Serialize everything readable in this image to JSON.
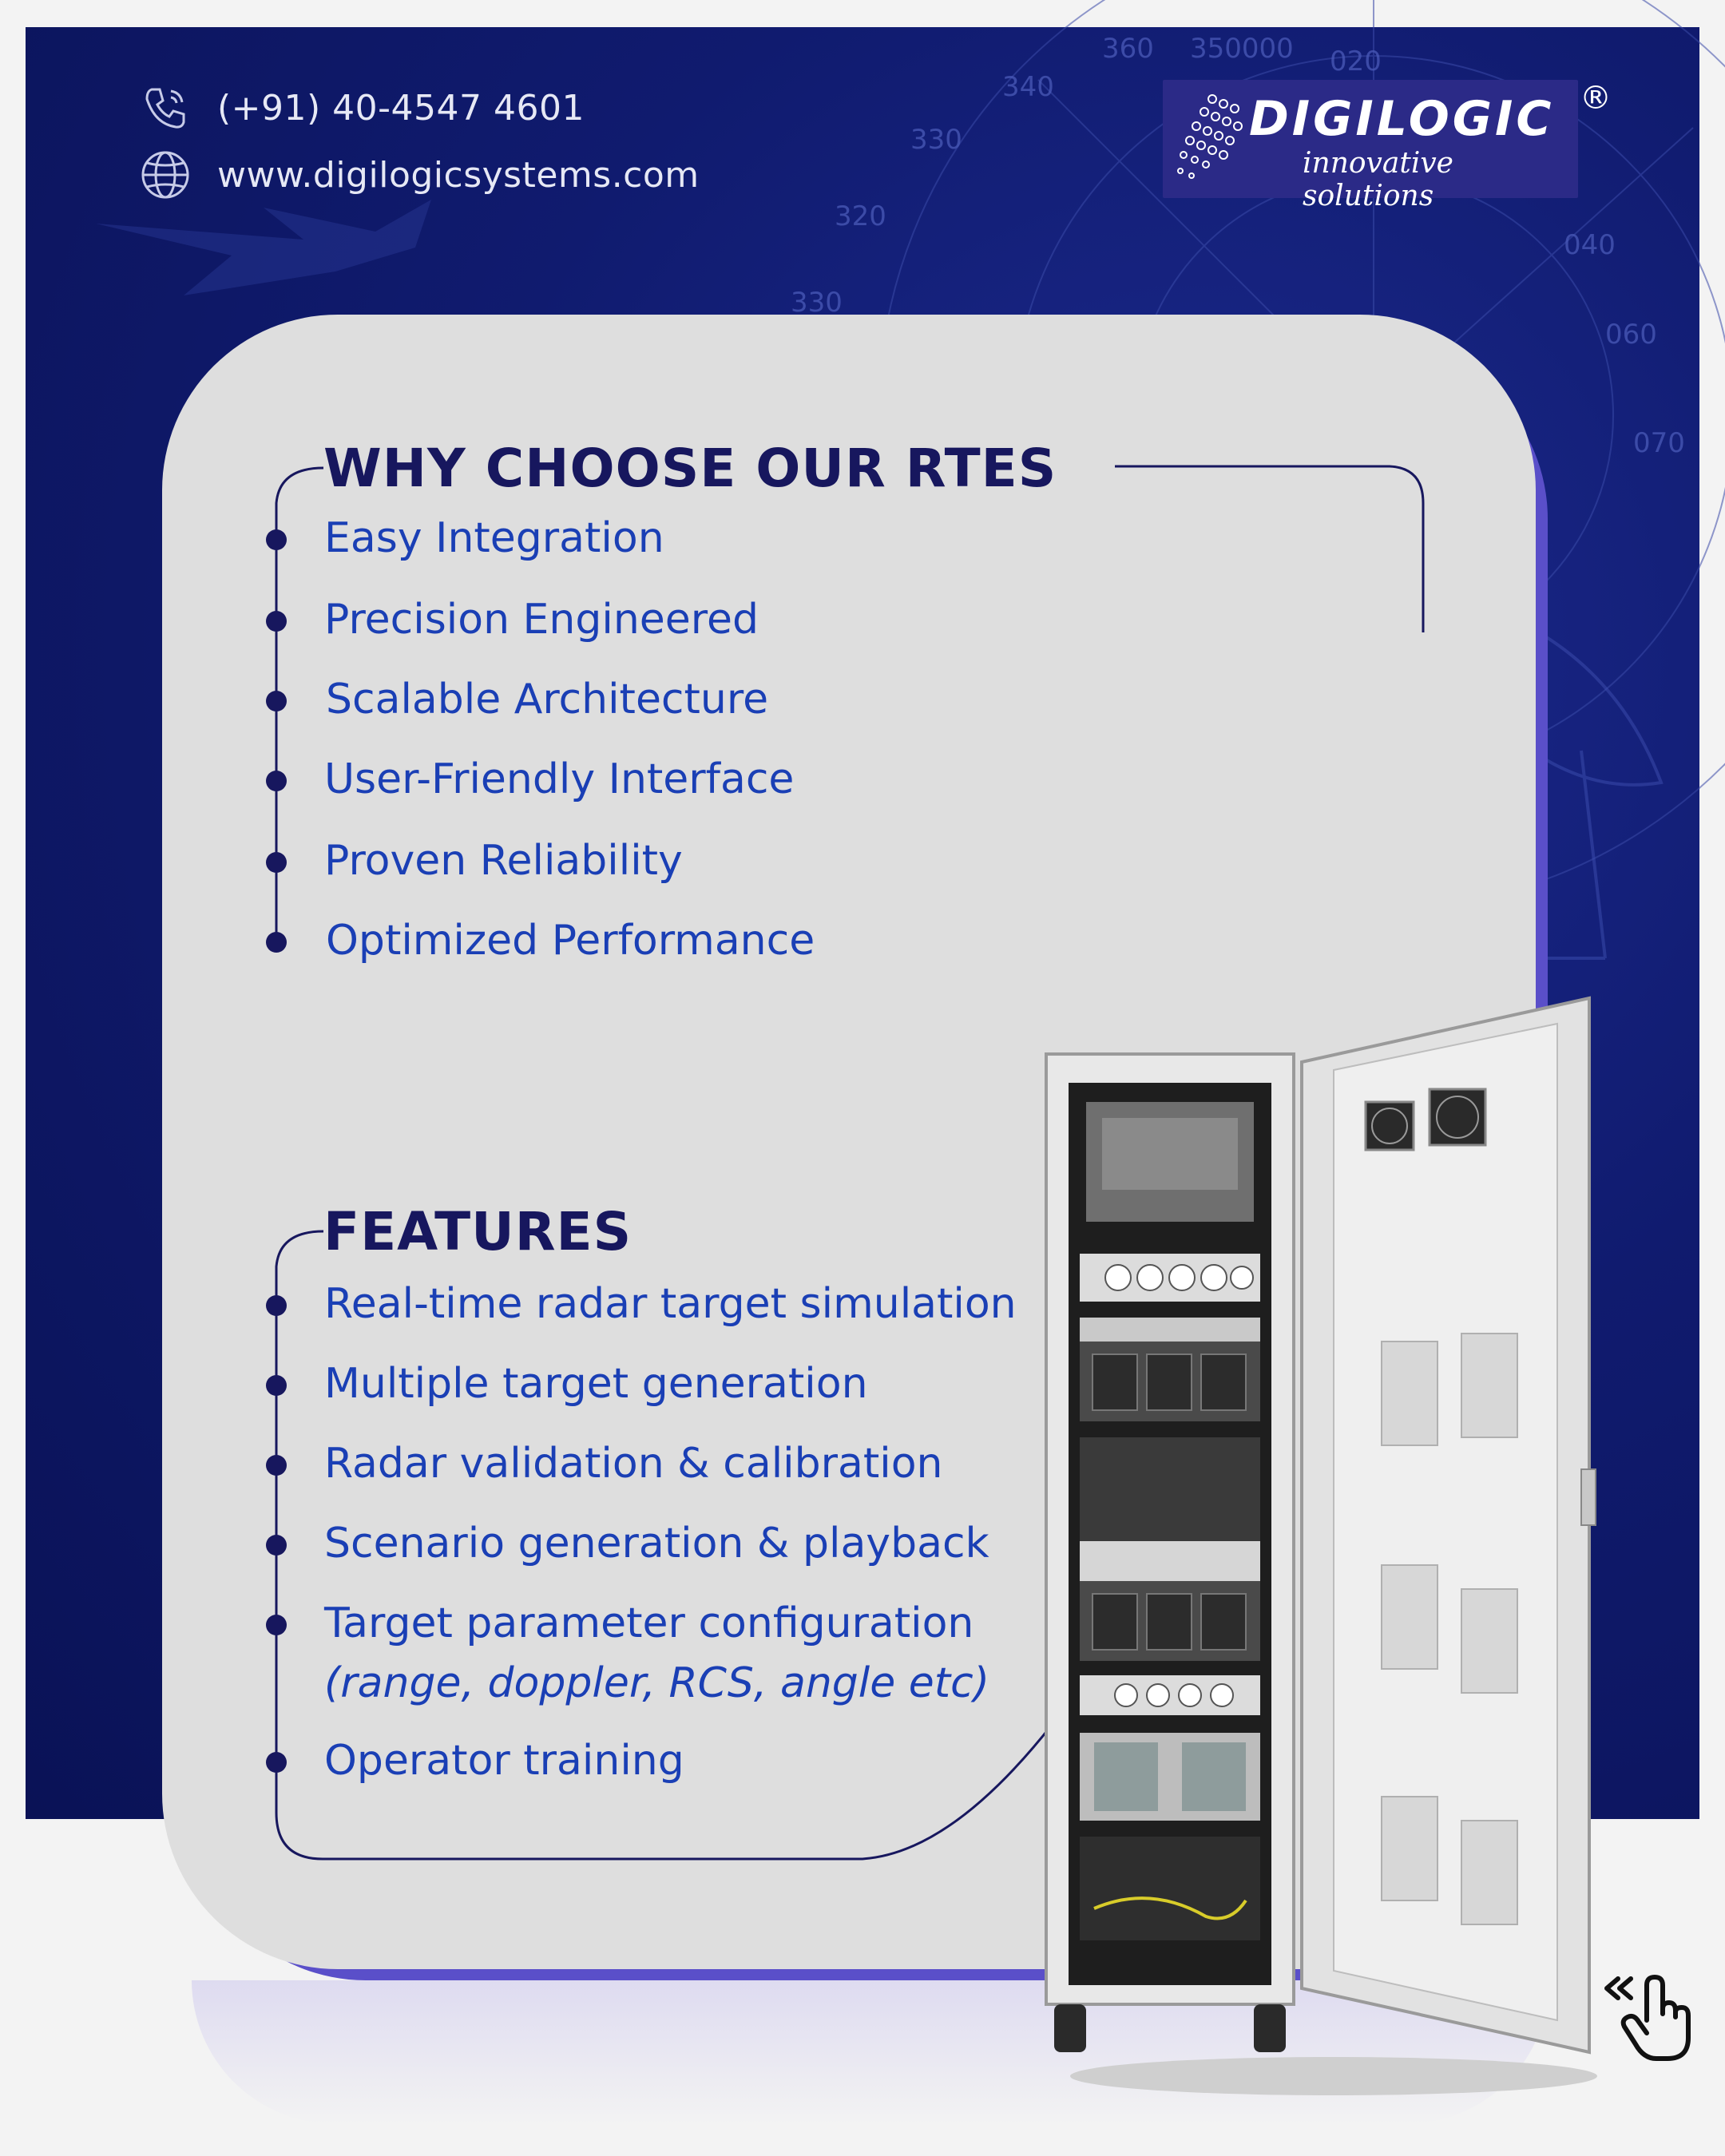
{
  "contact": {
    "phone": "(+91) 40-4547 4601",
    "website": "www.digilogicsystems.com",
    "phone_icon": "phone-icon",
    "web_icon": "globe-icon"
  },
  "brand": {
    "name": "DIGILOGIC",
    "tagline": "innovative solutions",
    "registered_mark": "®"
  },
  "why": {
    "heading": "WHY CHOOSE OUR RTES",
    "items": [
      "Easy Integration",
      "Precision Engineered",
      "Scalable Architecture",
      "User-Friendly Interface",
      "Proven Reliability",
      "Optimized Performance"
    ]
  },
  "features": {
    "heading": "FEATURES",
    "items": [
      "Real-time radar target simulation",
      "Multiple target generation",
      "Radar validation & calibration",
      "Scenario generation & playback",
      "Target parameter configuration",
      "(range, doppler, RCS, angle etc)",
      "Operator training"
    ]
  },
  "radar_labels": [
    "360",
    "350000",
    "020",
    "340",
    "330",
    "320",
    "330",
    "040",
    "060",
    "070"
  ],
  "colors": {
    "navy": "#101b6f",
    "card": "#dedede",
    "accent_purple": "#5a4fc9",
    "heading": "#17175e",
    "item_text": "#1a3fb5"
  },
  "icons": {
    "pointer": "hand-pointer-icon"
  }
}
